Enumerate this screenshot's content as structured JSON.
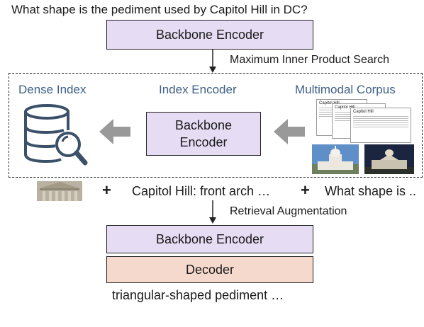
{
  "question": "What shape is the pediment used by Capitol Hill in DC?",
  "top_encoder_label": "Backbone Encoder",
  "search_label": "Maximum Inner Product Search",
  "retrieval_box": {
    "dense_index_label": "Dense Index",
    "index_encoder_label": "Index Encoder",
    "multimodal_corpus_label": "Multimodal Corpus",
    "index_encoder_box_label": "Backbone Encoder",
    "doc_title": "Capitol Hill"
  },
  "augmented_input": {
    "plus_1": "+",
    "text_1": "Capitol Hill: front arch …",
    "plus_2": "+",
    "text_2": "What shape is .."
  },
  "augmentation_label": "Retrieval Augmentation",
  "bottom_encoder_label": "Backbone Encoder",
  "decoder_label": "Decoder",
  "output": "triangular-shaped pediment …",
  "colors": {
    "encoder_fill": "#e6ddf4",
    "decoder_fill": "#f5d9cc",
    "label_blue": "#3d5f87",
    "icon_slate": "#3b5169",
    "arrow_gray": "#999999"
  }
}
